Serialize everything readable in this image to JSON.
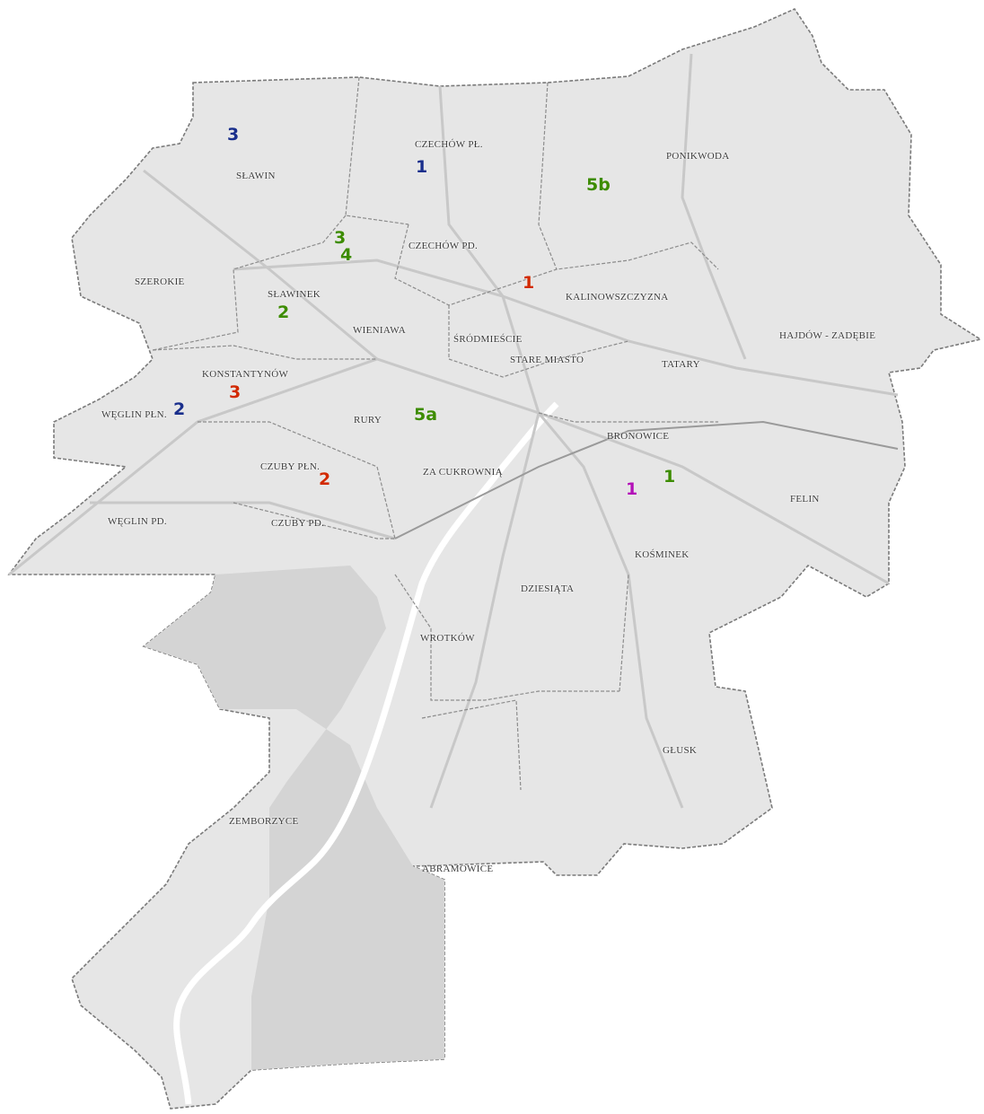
{
  "colors": {
    "city_fill": "#e6e6e6",
    "forest_fill": "#d3d3d3",
    "river": "#ffffff",
    "boundary": "#7a7a7a",
    "road": "#cfcfcf",
    "marker_blue": "#1a2f8c",
    "marker_green": "#3d8c00",
    "marker_red": "#d22a00",
    "marker_magenta": "#b312b8"
  },
  "districts": [
    {
      "name": "SŁAWIN"
    },
    {
      "name": "CZECHÓW PŁ."
    },
    {
      "name": "PONIKWODA"
    },
    {
      "name": "CZECHÓW PD."
    },
    {
      "name": "SZEROKIE"
    },
    {
      "name": "SŁAWINEK"
    },
    {
      "name": "KALINOWSZCZYZNA"
    },
    {
      "name": "WIENIAWA"
    },
    {
      "name": "ŚRÓDMIEŚCIE"
    },
    {
      "name": "STARE MIASTO"
    },
    {
      "name": "HAJDÓW - ZADĘBIE"
    },
    {
      "name": "KONSTANTYNÓW"
    },
    {
      "name": "TATARY"
    },
    {
      "name": "WĘGLIN PŁN."
    },
    {
      "name": "RURY"
    },
    {
      "name": "BRONOWICE"
    },
    {
      "name": "ZA CUKROWNIĄ"
    },
    {
      "name": "CZUBY PŁN."
    },
    {
      "name": "FELIN"
    },
    {
      "name": "WĘGLIN PD."
    },
    {
      "name": "CZUBY PD."
    },
    {
      "name": "KOŚMINEK"
    },
    {
      "name": "DZIESIĄTA"
    },
    {
      "name": "WROTKÓW"
    },
    {
      "name": "GŁUSK"
    },
    {
      "name": "ZEMBORZYCE"
    },
    {
      "name": "ABRAMOWICE"
    }
  ],
  "markers": [
    {
      "label": "3",
      "color": "blue"
    },
    {
      "label": "1",
      "color": "blue"
    },
    {
      "label": "5b",
      "color": "green"
    },
    {
      "label": "3",
      "color": "green"
    },
    {
      "label": "4",
      "color": "green"
    },
    {
      "label": "1",
      "color": "red"
    },
    {
      "label": "2",
      "color": "green"
    },
    {
      "label": "3",
      "color": "red"
    },
    {
      "label": "2",
      "color": "blue"
    },
    {
      "label": "5a",
      "color": "green"
    },
    {
      "label": "2",
      "color": "red"
    },
    {
      "label": "1",
      "color": "magenta"
    },
    {
      "label": "1",
      "color": "green"
    }
  ]
}
